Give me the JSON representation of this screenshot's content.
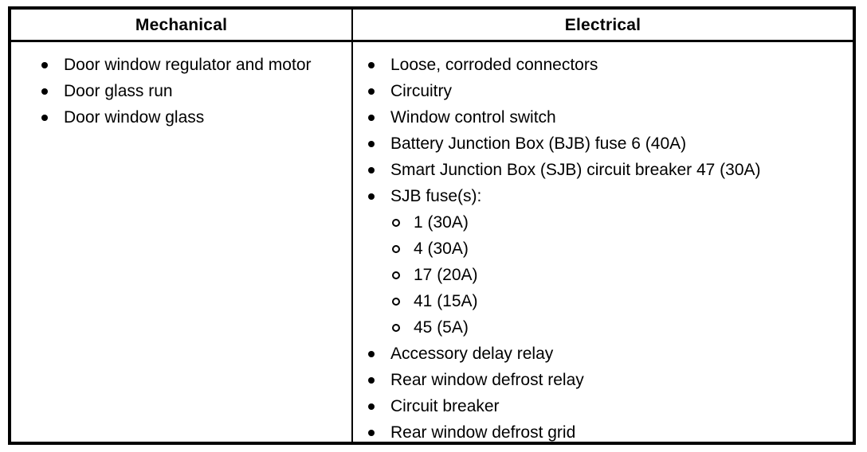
{
  "table": {
    "columns": [
      {
        "key": "mechanical",
        "header": "Mechanical",
        "items": [
          {
            "marker": "filled-bullet",
            "text": "Door window regulator and motor"
          },
          {
            "marker": "filled-bullet",
            "text": "Door glass run"
          },
          {
            "marker": "filled-bullet",
            "text": "Door window glass"
          }
        ]
      },
      {
        "key": "electrical",
        "header": "Electrical",
        "items": [
          {
            "marker": "filled-bullet",
            "text": "Loose, corroded connectors"
          },
          {
            "marker": "filled-bullet",
            "text": "Circuitry"
          },
          {
            "marker": "filled-bullet",
            "text": "Window control switch"
          },
          {
            "marker": "filled-bullet",
            "text": "Battery Junction Box (BJB) fuse 6 (40A)"
          },
          {
            "marker": "filled-bullet",
            "text": "Smart Junction Box (SJB) circuit breaker 47 (30A)"
          },
          {
            "marker": "filled-bullet",
            "text": "SJB fuse(s):"
          },
          {
            "marker": "hollow-circle",
            "text": "1 (30A)",
            "sub": true
          },
          {
            "marker": "hollow-circle",
            "text": "4 (30A)",
            "sub": true
          },
          {
            "marker": "hollow-circle",
            "text": "17 (20A)",
            "sub": true
          },
          {
            "marker": "hollow-circle",
            "text": "41 (15A)",
            "sub": true
          },
          {
            "marker": "hollow-circle",
            "text": "45 (5A)",
            "sub": true
          },
          {
            "marker": "filled-bullet",
            "text": "Accessory delay relay"
          },
          {
            "marker": "filled-bullet",
            "text": "Rear window defrost relay"
          },
          {
            "marker": "filled-bullet",
            "text": "Circuit breaker"
          },
          {
            "marker": "filled-bullet",
            "text": "Rear window defrost grid"
          }
        ]
      }
    ]
  },
  "colors": {
    "rule": "#000000",
    "text": "#000000",
    "background": "#ffffff"
  }
}
